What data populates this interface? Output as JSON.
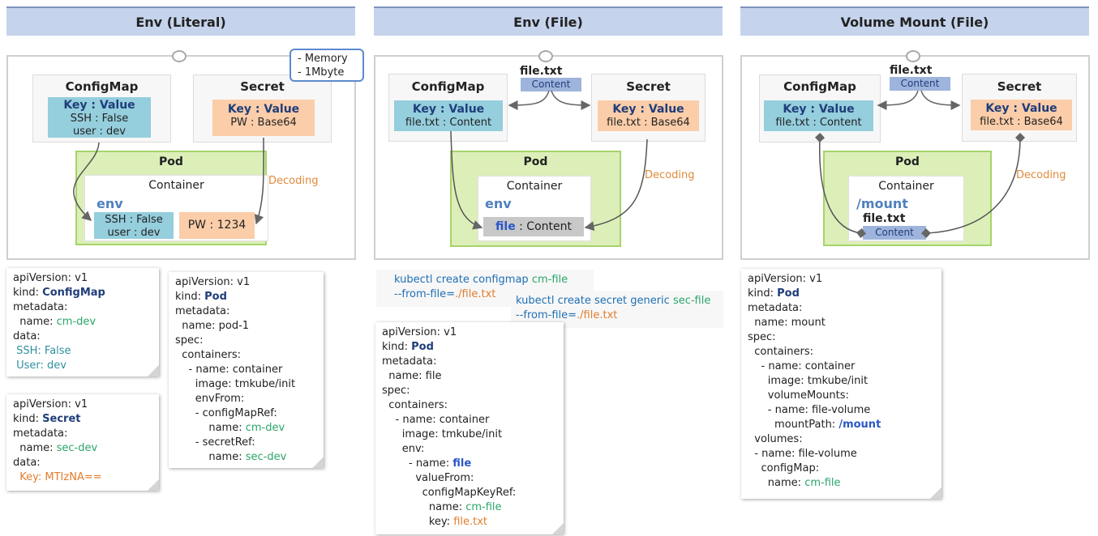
{
  "headers": [
    "Env (Literal)",
    "Env (File)",
    "Volume Mount (File)"
  ],
  "literal": {
    "configmap": {
      "title": "ConfigMap",
      "key_value": "Key : Value",
      "lines": [
        "SSH : False",
        "user : dev"
      ]
    },
    "secret": {
      "title": "Secret",
      "key_value": "Key : Value",
      "lines": [
        "PW : Base64"
      ]
    },
    "callout": [
      "- Memory",
      "- 1Mbyte"
    ],
    "pod": {
      "title": "Pod",
      "container": "Container",
      "env": "env",
      "cm_vals": [
        "SSH : False",
        "user : dev"
      ],
      "secret_val": "PW : 1234"
    },
    "decoding": "Decoding"
  },
  "envfile": {
    "file_name": "file.txt",
    "file_tag": "Content",
    "configmap": {
      "title": "ConfigMap",
      "key_value": "Key : Value",
      "line": "file.txt : Content"
    },
    "secret": {
      "title": "Secret",
      "key_value": "Key : Value",
      "line": "file.txt : Base64"
    },
    "pod": {
      "title": "Pod",
      "container": "Container",
      "env": "env",
      "file_key": "file",
      "file_val": " : Content"
    },
    "decoding": "Decoding"
  },
  "volume": {
    "file_name": "file.txt",
    "file_tag": "Content",
    "configmap": {
      "title": "ConfigMap",
      "key_value": "Key : Value",
      "line": "file.txt : Content"
    },
    "secret": {
      "title": "Secret",
      "key_value": "Key : Value",
      "line": "file.txt : Base64"
    },
    "pod": {
      "title": "Pod",
      "container": "Container",
      "mount": "/mount",
      "file_name": "file.txt",
      "file_tag": "Content"
    },
    "decoding": "Decoding"
  },
  "yaml_cm_literal": [
    [
      [
        "apiVersion: v1",
        ""
      ]
    ],
    [
      [
        "kind: ",
        ""
      ],
      [
        "ConfigMap",
        "bk"
      ]
    ],
    [
      [
        "metadata:",
        ""
      ]
    ],
    [
      [
        "  name: ",
        ""
      ],
      [
        "cm-dev",
        "gr"
      ]
    ],
    [
      [
        "data:",
        ""
      ]
    ],
    [
      [
        " SSH: False",
        "tl"
      ]
    ],
    [
      [
        " User: dev",
        "tl"
      ]
    ]
  ],
  "yaml_secret_literal": [
    [
      [
        "apiVersion: v1",
        ""
      ]
    ],
    [
      [
        "kind: ",
        ""
      ],
      [
        "Secret",
        "bk"
      ]
    ],
    [
      [
        "metadata:",
        ""
      ]
    ],
    [
      [
        "  name: ",
        ""
      ],
      [
        "sec-dev",
        "gr"
      ]
    ],
    [
      [
        "data:",
        ""
      ]
    ],
    [
      [
        "  Key: MTIzNA==",
        "or"
      ]
    ]
  ],
  "yaml_pod_literal": [
    [
      [
        "apiVersion: v1",
        ""
      ]
    ],
    [
      [
        "kind: ",
        ""
      ],
      [
        "Pod",
        "bk"
      ]
    ],
    [
      [
        "metadata:",
        ""
      ]
    ],
    [
      [
        "  name: pod-1",
        ""
      ]
    ],
    [
      [
        "spec:",
        ""
      ]
    ],
    [
      [
        "  containers:",
        ""
      ]
    ],
    [
      [
        "    - name: container",
        ""
      ]
    ],
    [
      [
        "      image: tmkube/init",
        ""
      ]
    ],
    [
      [
        "      envFrom:",
        ""
      ]
    ],
    [
      [
        "      - configMapRef:",
        ""
      ]
    ],
    [
      [
        "          name: ",
        ""
      ],
      [
        "cm-dev",
        "gr"
      ]
    ],
    [
      [
        "      - secretRef:",
        ""
      ]
    ],
    [
      [
        "          name: ",
        ""
      ],
      [
        "sec-dev",
        "gr"
      ]
    ]
  ],
  "cmd_cm": [
    [
      [
        "kubectl create configmap ",
        "kc"
      ],
      [
        "cm-file",
        "gr"
      ]
    ],
    [
      [
        "--from-file=",
        "kc"
      ],
      [
        "./file.txt",
        "or"
      ]
    ]
  ],
  "cmd_secret": [
    [
      [
        "kubectl create secret generic ",
        "kc"
      ],
      [
        "sec-file",
        "gr"
      ]
    ],
    [
      [
        "--from-file=",
        "kc"
      ],
      [
        "./file.txt",
        "or"
      ]
    ]
  ],
  "yaml_pod_file": [
    [
      [
        "apiVersion: v1",
        ""
      ]
    ],
    [
      [
        "kind: ",
        ""
      ],
      [
        "Pod",
        "bk"
      ]
    ],
    [
      [
        "metadata:",
        ""
      ]
    ],
    [
      [
        "  name: file",
        ""
      ]
    ],
    [
      [
        "spec:",
        ""
      ]
    ],
    [
      [
        "  containers:",
        ""
      ]
    ],
    [
      [
        "    - name: container",
        ""
      ]
    ],
    [
      [
        "      image: tmkube/init",
        ""
      ]
    ],
    [
      [
        "      env:",
        ""
      ]
    ],
    [
      [
        "        - name: ",
        ""
      ],
      [
        "file",
        "bb"
      ]
    ],
    [
      [
        "          valueFrom:",
        ""
      ]
    ],
    [
      [
        "            configMapKeyRef:",
        ""
      ]
    ],
    [
      [
        "              name: ",
        ""
      ],
      [
        "cm-file",
        "gr"
      ]
    ],
    [
      [
        "              key: ",
        ""
      ],
      [
        "file.txt",
        "or"
      ]
    ]
  ],
  "yaml_pod_volume": [
    [
      [
        "apiVersion: v1",
        ""
      ]
    ],
    [
      [
        "kind: ",
        ""
      ],
      [
        "Pod",
        "bk"
      ]
    ],
    [
      [
        "metadata:",
        ""
      ]
    ],
    [
      [
        "  name: mount",
        ""
      ]
    ],
    [
      [
        "spec:",
        ""
      ]
    ],
    [
      [
        "  containers:",
        ""
      ]
    ],
    [
      [
        "    - name: container",
        ""
      ]
    ],
    [
      [
        "      image: tmkube/init",
        ""
      ]
    ],
    [
      [
        "      volumeMounts:",
        ""
      ]
    ],
    [
      [
        "      - name: file-volume",
        ""
      ]
    ],
    [
      [
        "        mountPath: ",
        ""
      ],
      [
        "/mount",
        "bb"
      ]
    ],
    [
      [
        "  volumes:",
        ""
      ]
    ],
    [
      [
        "  - name: file-volume",
        ""
      ]
    ],
    [
      [
        "    configMap:",
        ""
      ]
    ],
    [
      [
        "      name: ",
        ""
      ],
      [
        "cm-file",
        "gr"
      ]
    ]
  ]
}
